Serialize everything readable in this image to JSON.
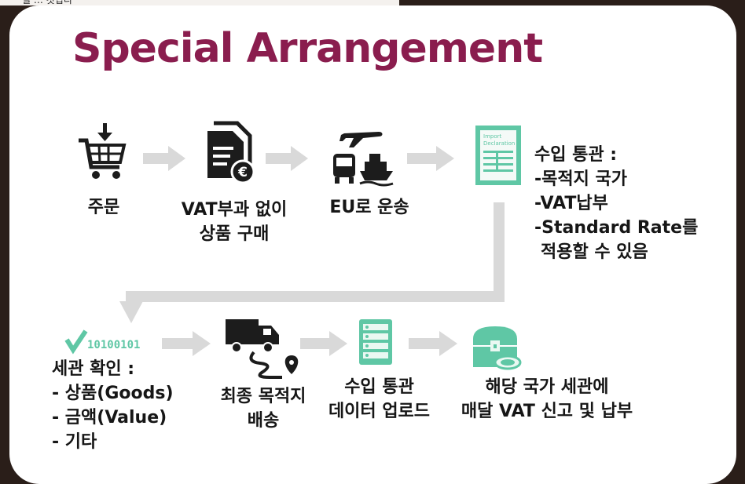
{
  "title": "Special Arrangement",
  "top_strip_text": "될 … 것입니",
  "steps": {
    "order": {
      "label": "주문",
      "icon": "shopping-cart-download-icon"
    },
    "purchase": {
      "line1": "VAT부과 없이",
      "line2": "상품 구매",
      "icon": "euro-invoice-icon"
    },
    "transport": {
      "label": "EU로 운송",
      "icon": "plane-truck-ship-icon"
    },
    "import_doc": {
      "doc_text": "Import Declaration",
      "icon": "import-declaration-document-icon"
    },
    "import_clearance": {
      "heading": "수입 통관 :",
      "line1": "-목적지 국가",
      "line2": "-VAT납부",
      "line3": "-Standard Rate를",
      "line4": "적용할 수 있음"
    },
    "customs_check": {
      "binary": "10100101",
      "heading": "세관 확인 :",
      "line1": "- 상품(Goods)",
      "line2": "- 금액(Value)",
      "line3": "- 기타",
      "icon": "checkmark-binary-icon"
    },
    "final_delivery": {
      "line1": "최종 목적지",
      "line2": "배송",
      "icon": "delivery-truck-route-icon"
    },
    "data_upload": {
      "line1": "수입 통관",
      "line2": "데이터 업로드",
      "icon": "server-rack-icon"
    },
    "monthly_payment": {
      "line1": "해당 국가 세관에",
      "line2": "매달 VAT 신고 및 납부",
      "icon": "treasure-chest-coin-icon"
    }
  },
  "colors": {
    "title": "#8a1d4e",
    "icon_teal": "#5fc7a5",
    "icon_dark": "#1c1c1c",
    "arrow": "#d8d8d8",
    "panel": "#ffffff"
  }
}
